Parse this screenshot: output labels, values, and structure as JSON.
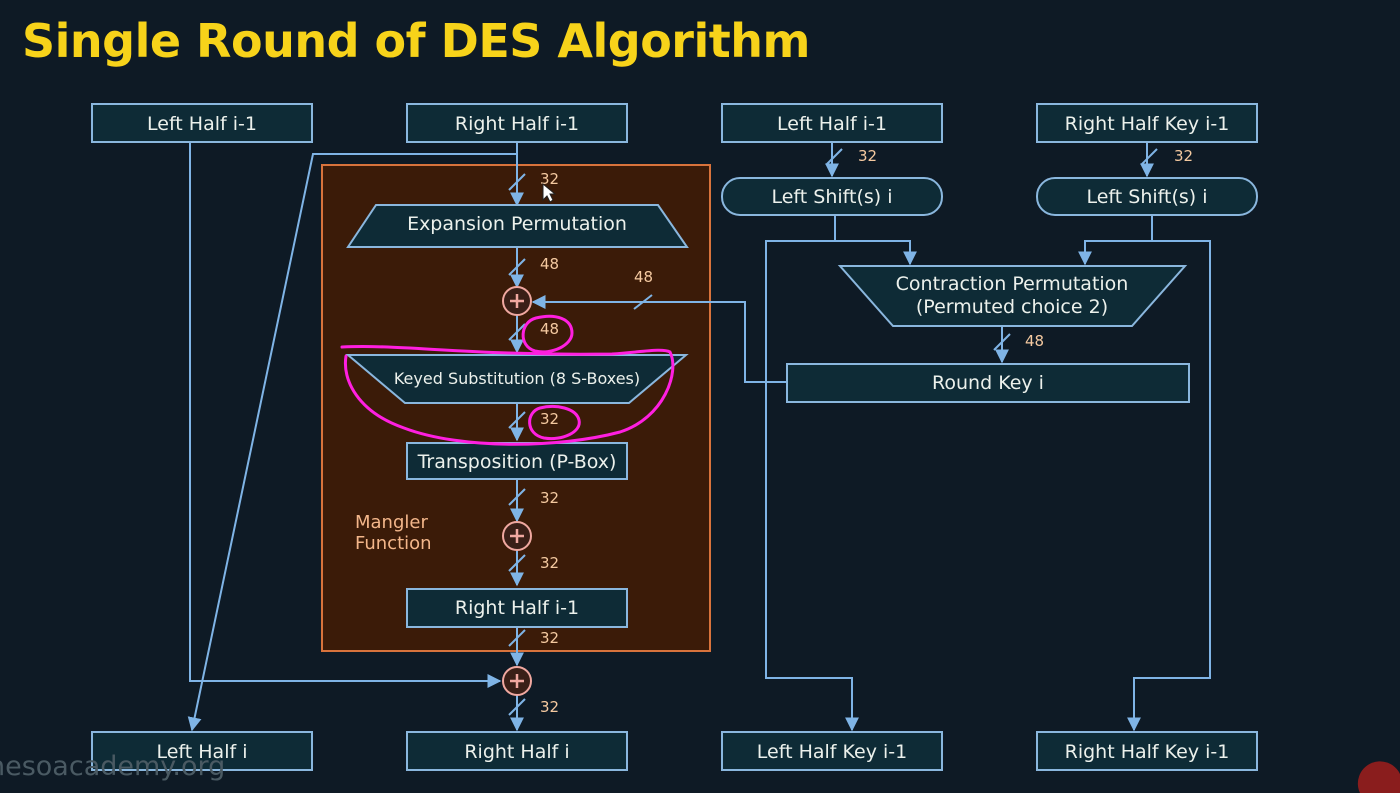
{
  "title": "Single Round of DES Algorithm",
  "boxes": {
    "left_half_in": "Left Half i-1",
    "right_half_in": "Right Half i-1",
    "left_key_in": "Left Half i-1",
    "right_key_in": "Right Half Key i-1",
    "expansion": "Expansion Permutation",
    "keyed_substitution": "Keyed Substitution (8 S-Boxes)",
    "transposition": "Transposition (P-Box)",
    "right_half_inner": "Right Half i-1",
    "left_shift_1": "Left Shift(s) i",
    "left_shift_2": "Left Shift(s) i",
    "contraction_line1": "Contraction Permutation",
    "contraction_line2": "(Permuted choice 2)",
    "round_key": "Round Key i",
    "left_half_out": "Left Half i",
    "right_half_out": "Right Half i",
    "left_key_out": "Left Half Key i-1",
    "right_key_out": "Right Half Key i-1"
  },
  "mangler": {
    "line1": "Mangler",
    "line2": "Function"
  },
  "bit_widths": {
    "w1": "32",
    "w2": "48",
    "w3": "48",
    "w4": "48",
    "w5": "32",
    "w6": "32",
    "w7": "32",
    "w8": "32",
    "w9": "32",
    "w10": "32",
    "w11": "32",
    "w12": "48"
  },
  "watermark": "nesoacademy.org",
  "colors": {
    "background": "#0e1a25",
    "title": "#f7d31a",
    "box_fill": "#0e2b36",
    "box_border": "#8ab7de",
    "wire": "#7fb4e6",
    "mangler_fill": "#3b1b08",
    "mangler_border": "#d8733c",
    "annotation": "#ff1fe0"
  },
  "icons": {
    "xor": "xor-circle-plus-icon",
    "arrow": "arrowhead-icon",
    "cursor": "mouse-cursor-icon"
  }
}
